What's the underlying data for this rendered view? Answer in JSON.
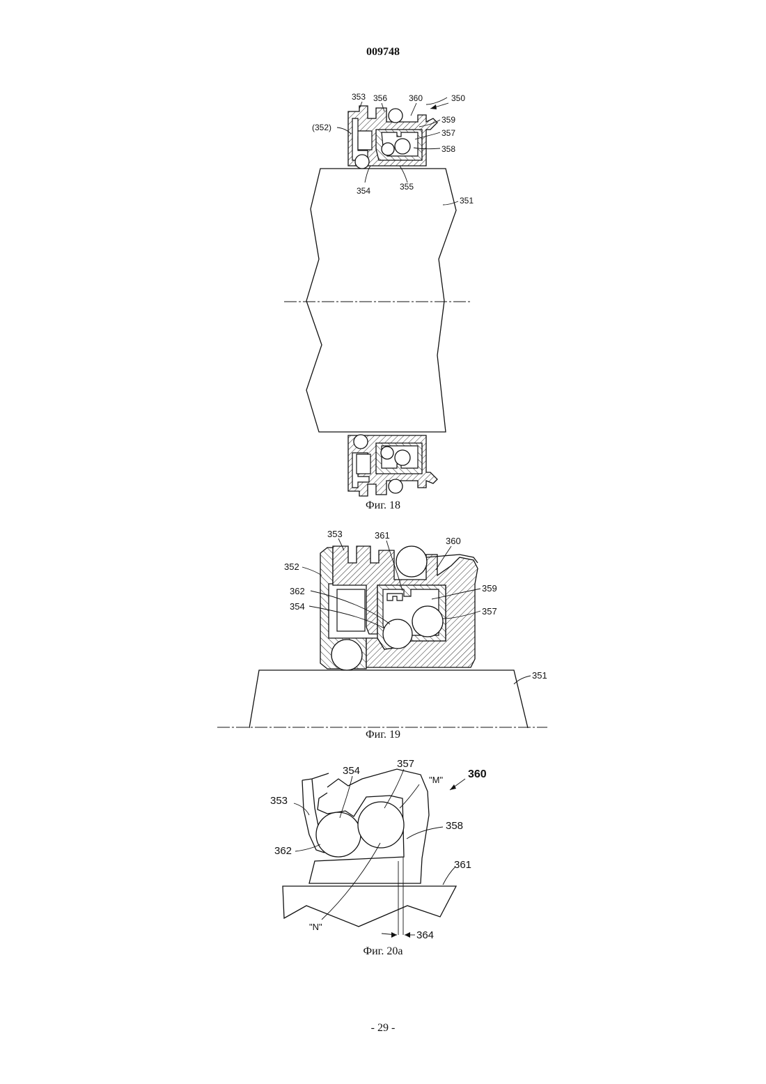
{
  "header": {
    "patent_number": "009748"
  },
  "footer": {
    "page_label": "- 29 -"
  },
  "figures": [
    {
      "caption": "Фиг. 18",
      "labels": {
        "l350": "350",
        "l352": "(352)",
        "l353": "353",
        "l356": "356",
        "l360": "360",
        "l359": "359",
        "l357": "357",
        "l358": "358",
        "l354": "354",
        "l355": "355",
        "l351": "351"
      }
    },
    {
      "caption": "Фиг. 19",
      "labels": {
        "l353": "353",
        "l361": "361",
        "l360": "360",
        "l352": "352",
        "l359": "359",
        "l362": "362",
        "l354": "354",
        "l357": "357",
        "l351": "351"
      }
    },
    {
      "caption": "Фиг. 20a",
      "labels": {
        "l354": "354",
        "l357": "357",
        "lM": "\"M\"",
        "l360": "360",
        "l353": "353",
        "l358": "358",
        "l362": "362",
        "l361": "361",
        "lN": "\"N\"",
        "l364": "364"
      }
    }
  ]
}
